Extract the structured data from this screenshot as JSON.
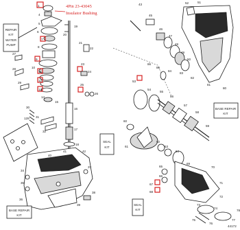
{
  "annotation": {
    "line1": "4Pin 23-43045",
    "line2": "Insulator Bushing",
    "color": "#d62020"
  },
  "kit_labels": {
    "water_pump_l1": "REPAIR",
    "water_pump_l2": "KIT",
    "water_pump_l3": "WATER",
    "water_pump_l4": "PUMP",
    "seal_kit_mid_l1": "SEAL",
    "seal_kit_mid_l2": "KIT",
    "base_repair_left_l1": "BASE REPAIR",
    "base_repair_left_l2": "KIT",
    "base_repair_right_l1": "BASE REPAIR",
    "base_repair_right_l2": "KIT",
    "seal_kit_bottom_l1": "SEAL",
    "seal_kit_bottom_l2": "KIT"
  },
  "part_numbers": {
    "n43": "43",
    "n45": "45",
    "n46": "46",
    "n47": "47",
    "n48": "48",
    "n49": "49",
    "n50": "50",
    "n51": "51",
    "n52": "52",
    "n53": "53",
    "n54": "54",
    "n55": "55",
    "n56": "56",
    "n57": "57",
    "n58": "58",
    "n59": "59",
    "n60": "60",
    "n61": "61",
    "n62": "62",
    "n63": "63",
    "n64": "64",
    "n65": "65",
    "n66": "66",
    "n67": "67",
    "n68": "68",
    "n69": "69",
    "n70": "70",
    "n71": "71",
    "n72": "72",
    "n73": "73",
    "n74": "74",
    "n75": "75",
    "n76": "76",
    "n77": "77",
    "n78": "78",
    "n80": "80",
    "n81": "81",
    "n82": "82",
    "n83": "83",
    "n84": "84",
    "n85": "85",
    "n86": "86",
    "n1": "1",
    "n4": "4",
    "n5": "5",
    "n6": "6",
    "n7": "7",
    "n8": "8",
    "n9": "9",
    "n10": "10",
    "n11": "11",
    "n12": "12",
    "n13": "13",
    "n14": "14",
    "n15": "15",
    "n16": "16",
    "n17": "17",
    "n18": "18",
    "n19": "19",
    "n20": "20",
    "n21": "21",
    "n22": "22",
    "n23": "23",
    "n24": "24",
    "n25": "25",
    "n26": "26",
    "n27": "27",
    "n28": "28",
    "n29": "29",
    "n30": "30",
    "n31": "31",
    "n32": "32",
    "n34": "34",
    "n35": "35",
    "n36": "36",
    "n37": "37",
    "n38": "38",
    "n39": "39",
    "n40": "40",
    "n41": "41",
    "n42": "42",
    "n128": "128"
  },
  "figure_code": "44172"
}
